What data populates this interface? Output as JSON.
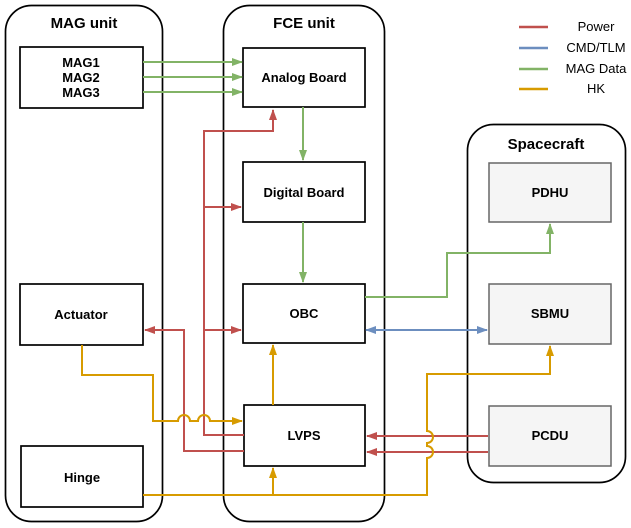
{
  "colors": {
    "power": "#C0504D",
    "cmd_tlm": "#6C8EBF",
    "mag_data": "#82B366",
    "hk": "#D79B00",
    "box_fill": "#FFFFFF",
    "box_border": "#000000",
    "gray_box_fill": "#F5F5F5",
    "gray_box_border": "#666666"
  },
  "containers": {
    "mag_unit": {
      "title": "MAG unit"
    },
    "fce_unit": {
      "title": "FCE unit"
    },
    "spacecraft": {
      "title": "Spacecraft"
    }
  },
  "boxes": {
    "mag1": "MAG1",
    "mag2": "MAG2",
    "mag3": "MAG3",
    "actuator": "Actuator",
    "hinge": "Hinge",
    "analog_board": "Analog Board",
    "digital_board": "Digital Board",
    "obc": "OBC",
    "lvps": "LVPS",
    "pdhu": "PDHU",
    "sbmu": "SBMU",
    "pcdu": "PCDU"
  },
  "legend": {
    "items": [
      {
        "label": "Power",
        "color": "#C0504D"
      },
      {
        "label": "CMD/TLM",
        "color": "#6C8EBF"
      },
      {
        "label": "MAG Data",
        "color": "#82B366"
      },
      {
        "label": "HK",
        "color": "#D79B00"
      }
    ]
  },
  "edges": [
    {
      "from": "MAG1",
      "to": "Analog Board",
      "type": "MAG Data"
    },
    {
      "from": "MAG2",
      "to": "Analog Board",
      "type": "MAG Data"
    },
    {
      "from": "MAG3",
      "to": "Analog Board",
      "type": "MAG Data"
    },
    {
      "from": "Analog Board",
      "to": "Digital Board",
      "type": "MAG Data"
    },
    {
      "from": "Digital Board",
      "to": "OBC",
      "type": "MAG Data"
    },
    {
      "from": "OBC",
      "to": "PDHU",
      "type": "MAG Data"
    },
    {
      "from": "OBC",
      "to": "SBMU",
      "type": "CMD/TLM",
      "bidirectional": true
    },
    {
      "from": "PCDU",
      "to": "LVPS",
      "type": "Power"
    },
    {
      "from": "PCDU",
      "to": "LVPS",
      "type": "Power"
    },
    {
      "from": "LVPS",
      "to": "Analog Board",
      "type": "Power"
    },
    {
      "from": "LVPS",
      "to": "Digital Board",
      "type": "Power"
    },
    {
      "from": "LVPS",
      "to": "Actuator",
      "type": "Power"
    },
    {
      "from": "LVPS",
      "to": "OBC",
      "type": "Power"
    },
    {
      "from": "Actuator",
      "to": "LVPS",
      "type": "HK"
    },
    {
      "from": "LVPS",
      "to": "OBC",
      "type": "HK"
    },
    {
      "from": "Hinge",
      "to": "LVPS",
      "type": "HK"
    },
    {
      "from": "Hinge",
      "to": "SBMU",
      "type": "HK"
    }
  ]
}
